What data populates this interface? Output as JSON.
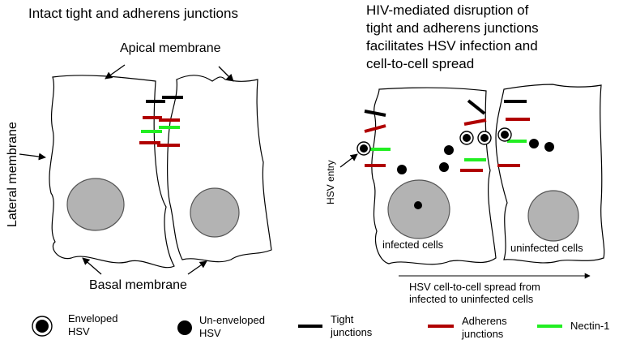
{
  "left_panel": {
    "title": "Intact tight and adherens junctions",
    "apical_label": "Apical membrane",
    "lateral_label": "Lateral membrane",
    "basal_label": "Basal membrane"
  },
  "right_panel": {
    "title_lines": [
      "HIV-mediated disruption of",
      "tight and adherens junctions",
      "facilitates HSV infection and",
      "cell-to-cell spread"
    ],
    "hsv_entry_label": "HSV entry",
    "infected_label": "infected cells",
    "uninfected_label": "uninfected cells",
    "spread_lines": [
      "HSV cell-to-cell spread from",
      "infected to uninfected cells"
    ]
  },
  "legend": {
    "enveloped": [
      "Enveloped",
      "HSV"
    ],
    "unenveloped": [
      "Un-enveloped",
      "HSV"
    ],
    "tight": [
      "Tight",
      "junctions"
    ],
    "adherens": [
      "Adherens",
      "junctions"
    ],
    "nectin": "Nectin-1"
  },
  "colors": {
    "tight_junction": "#000000",
    "adherens_junction": "#b00000",
    "nectin": "#22ee22",
    "nucleus": "#b3b3b3"
  }
}
